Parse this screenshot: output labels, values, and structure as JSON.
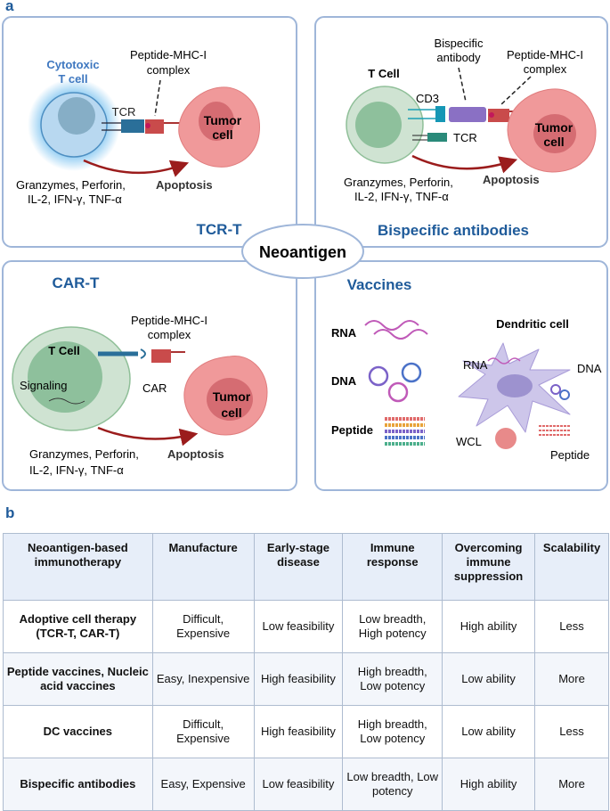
{
  "panel_labels": {
    "a": "a",
    "b": "b"
  },
  "center": "Neoantigen",
  "tcrt": {
    "title": "TCR-T",
    "cell": [
      "Cytotoxic",
      "T cell"
    ],
    "tcr": "TCR",
    "pmhc": [
      "Peptide-MHC-I",
      "complex"
    ],
    "tumor": [
      "Tumor",
      "cell"
    ],
    "cytokines": [
      "Granzymes, Perforin,",
      "IL-2, IFN-γ, TNF-α"
    ],
    "apoptosis": "Apoptosis"
  },
  "bispecific": {
    "title": "Bispecific antibodies",
    "cell": "T Cell",
    "cd3": "CD3",
    "tcr": "TCR",
    "antibody": [
      "Bispecific",
      "antibody"
    ],
    "pmhc": [
      "Peptide-MHC-I",
      "complex"
    ],
    "tumor": [
      "Tumor",
      "cell"
    ],
    "cytokines": [
      "Granzymes, Perforin,",
      "IL-2, IFN-γ, TNF-α"
    ],
    "apoptosis": "Apoptosis"
  },
  "cart": {
    "title": "CAR-T",
    "cell": "T Cell",
    "signaling": "Signaling",
    "car": "CAR",
    "pmhc": [
      "Peptide-MHC-I",
      "complex"
    ],
    "tumor": [
      "Tumor",
      "cell"
    ],
    "cytokines": [
      "Granzymes, Perforin,",
      "IL-2, IFN-γ, TNF-α"
    ],
    "apoptosis": "Apoptosis"
  },
  "vaccines": {
    "title": "Vaccines",
    "rna": "RNA",
    "dna": "DNA",
    "peptide": "Peptide",
    "dc": "Dendritic cell",
    "dc_rna": "RNA",
    "dc_dna": "DNA",
    "dc_wcl": "WCL",
    "dc_peptide": "Peptide"
  },
  "colors": {
    "title_blue": "#1f5b9a",
    "panel_border": "#9fb6d9",
    "tumor": "#f0999a",
    "tcell_green": "#cfe3d2",
    "tcell_blue": "#b8d8f0",
    "dc": "#cdc6ea"
  },
  "table": {
    "headers": [
      "Neoantigen-based immunotherapy",
      "Manufacture",
      "Early-stage disease",
      "Immune response",
      "Overcoming immune suppression",
      "Scalability"
    ],
    "rows": [
      [
        "Adoptive cell therapy (TCR-T, CAR-T)",
        "Difficult, Expensive",
        "Low feasibility",
        "Low breadth, High potency",
        "High ability",
        "Less"
      ],
      [
        "Peptide vaccines, Nucleic acid vaccines",
        "Easy, Inexpensive",
        "High feasibility",
        "High breadth, Low potency",
        "Low ability",
        "More"
      ],
      [
        "DC vaccines",
        "Difficult, Expensive",
        "High feasibility",
        "High breadth, Low potency",
        "Low ability",
        "Less"
      ],
      [
        "Bispecific antibodies",
        "Easy, Expensive",
        "Low feasibility",
        "Low breadth, Low potency",
        "High ability",
        "More"
      ]
    ]
  }
}
